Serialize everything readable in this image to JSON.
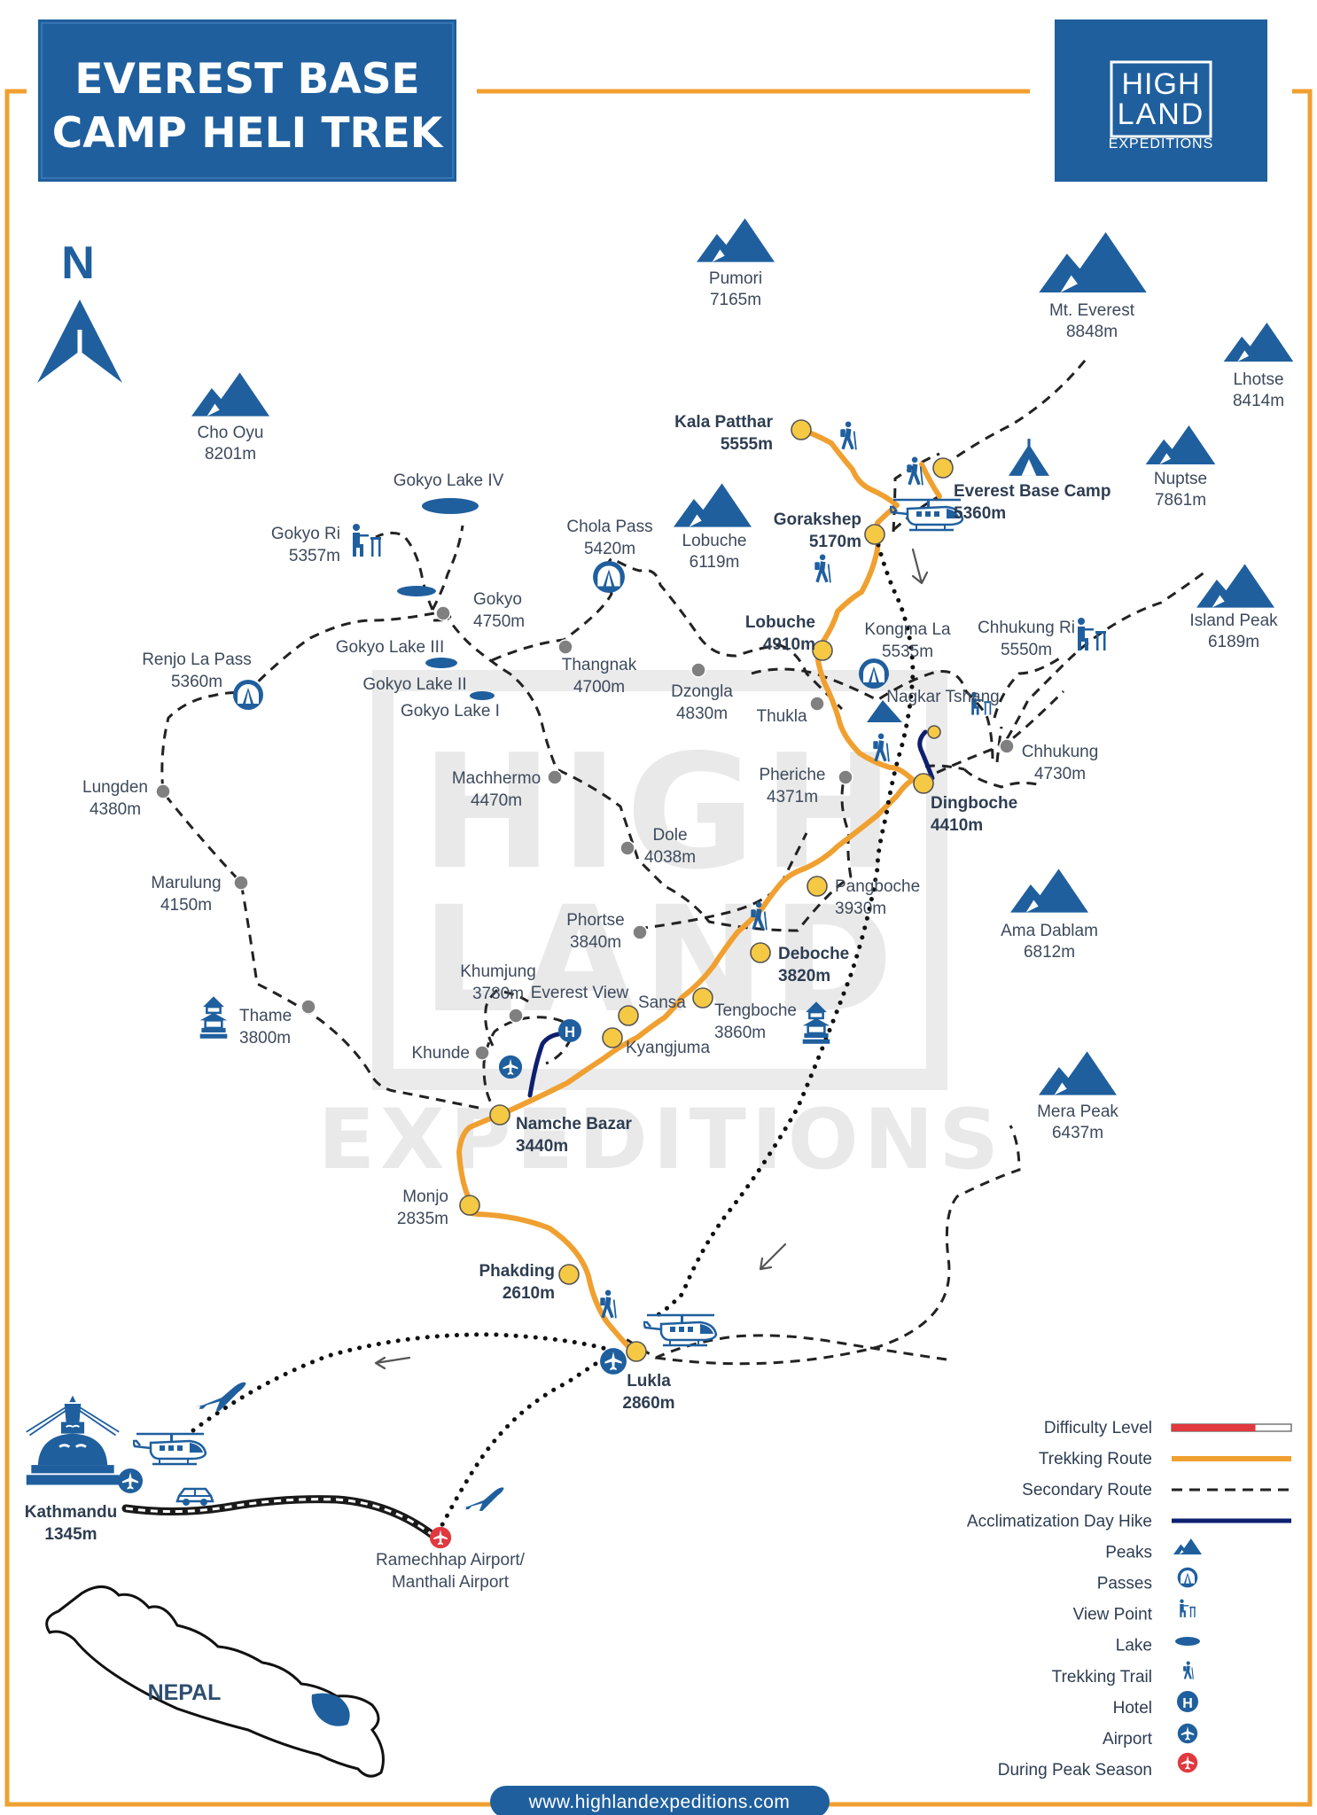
{
  "header": {
    "title_line1": "EVEREST BASE",
    "title_line2": "CAMP HELI TREK",
    "logo_line1": "HIGH",
    "logo_line2": "LAND",
    "logo_sub": "EXPEDITIONS"
  },
  "colors": {
    "brand_blue": "#1f5f9e",
    "trekking_route": "#f0a030",
    "secondary_route": "#222222",
    "acclimatization": "#0d1f6e",
    "difficulty_red": "#e0393e",
    "frame_orange": "#f0a030",
    "stop_yellow": "#f6c945",
    "waypoint_grey": "#808080"
  },
  "compass_letter": "N",
  "watermark": {
    "line1": "HIGH",
    "line2": "LAND",
    "line3": "EXPEDITIONS"
  },
  "peaks": [
    {
      "name": "Pumori",
      "elev": "7165m"
    },
    {
      "name": "Mt. Everest",
      "elev": "8848m"
    },
    {
      "name": "Lhotse",
      "elev": "8414m"
    },
    {
      "name": "Nuptse",
      "elev": "7861m"
    },
    {
      "name": "Cho Oyu",
      "elev": "8201m"
    },
    {
      "name": "Lobuche",
      "elev": "6119m"
    },
    {
      "name": "Island Peak",
      "elev": "6189m"
    },
    {
      "name": "Ama Dablam",
      "elev": "6812m"
    },
    {
      "name": "Mera Peak",
      "elev": "6437m"
    }
  ],
  "route_stops": [
    {
      "name": "Kala Patthar",
      "elev": "5555m"
    },
    {
      "name": "Gorakshep",
      "elev": "5170m"
    },
    {
      "name": "Everest Base Camp",
      "elev": "5360m"
    },
    {
      "name": "Lobuche",
      "elev": "4910m"
    },
    {
      "name": "Dingboche",
      "elev": "4410m"
    },
    {
      "name": "Pangboche",
      "elev": "3930m"
    },
    {
      "name": "Deboche",
      "elev": "3820m"
    },
    {
      "name": "Tengboche",
      "elev": "3860m"
    },
    {
      "name": "Sansa",
      "elev": ""
    },
    {
      "name": "Kyangjuma",
      "elev": ""
    },
    {
      "name": "Namche Bazar",
      "elev": "3440m"
    },
    {
      "name": "Monjo",
      "elev": "2835m"
    },
    {
      "name": "Phakding",
      "elev": "2610m"
    },
    {
      "name": "Lukla",
      "elev": "2860m"
    },
    {
      "name": "Nagkar Tshang",
      "elev": ""
    }
  ],
  "places": [
    {
      "name": "Gokyo Ri",
      "elev": "5357m"
    },
    {
      "name": "Gokyo Lake IV",
      "elev": ""
    },
    {
      "name": "Gokyo",
      "elev": "4750m"
    },
    {
      "name": "Gokyo Lake III",
      "elev": ""
    },
    {
      "name": "Gokyo Lake II",
      "elev": ""
    },
    {
      "name": "Gokyo Lake I",
      "elev": ""
    },
    {
      "name": "Chola Pass",
      "elev": "5420m"
    },
    {
      "name": "Thangnak",
      "elev": "4700m"
    },
    {
      "name": "Dzongla",
      "elev": "4830m"
    },
    {
      "name": "Thukla",
      "elev": ""
    },
    {
      "name": "Kongma La",
      "elev": "5535m"
    },
    {
      "name": "Chhukung Ri",
      "elev": "5550m"
    },
    {
      "name": "Chhukung",
      "elev": "4730m"
    },
    {
      "name": "Pheriche",
      "elev": "4371m"
    },
    {
      "name": "Renjo La Pass",
      "elev": "5360m"
    },
    {
      "name": "Lungden",
      "elev": "4380m"
    },
    {
      "name": "Machhermo",
      "elev": "4470m"
    },
    {
      "name": "Dole",
      "elev": "4038m"
    },
    {
      "name": "Marulung",
      "elev": "4150m"
    },
    {
      "name": "Phortse",
      "elev": "3840m"
    },
    {
      "name": "Khumjung",
      "elev": "3780m"
    },
    {
      "name": "Everest View",
      "elev": ""
    },
    {
      "name": "Thame",
      "elev": "3800m"
    },
    {
      "name": "Khunde",
      "elev": ""
    },
    {
      "name": "Kathmandu",
      "elev": "1345m"
    },
    {
      "name": "Ramechhap Airport/",
      "elev": "Manthali Airport"
    }
  ],
  "country_label": "NEPAL",
  "legend": [
    {
      "label": "Difficulty Level",
      "icon": "difficulty-bar"
    },
    {
      "label": "Trekking Route",
      "icon": "orange-line"
    },
    {
      "label": "Secondary Route",
      "icon": "dashed-line"
    },
    {
      "label": "Acclimatization Day Hike",
      "icon": "navy-line"
    },
    {
      "label": "Peaks",
      "icon": "peak-icon"
    },
    {
      "label": "Passes",
      "icon": "pass-icon"
    },
    {
      "label": "View Point",
      "icon": "viewpoint-icon"
    },
    {
      "label": "Lake",
      "icon": "lake-icon"
    },
    {
      "label": "Trekking Trail",
      "icon": "hiker-icon"
    },
    {
      "label": "Hotel",
      "icon": "hotel-icon"
    },
    {
      "label": "Airport",
      "icon": "airport-icon"
    },
    {
      "label": "During Peak Season",
      "icon": "peak-season-airport-icon"
    }
  ],
  "difficulty_level": 0.7,
  "hotel_letter": "H",
  "website": "www.highlandexpeditions.com"
}
